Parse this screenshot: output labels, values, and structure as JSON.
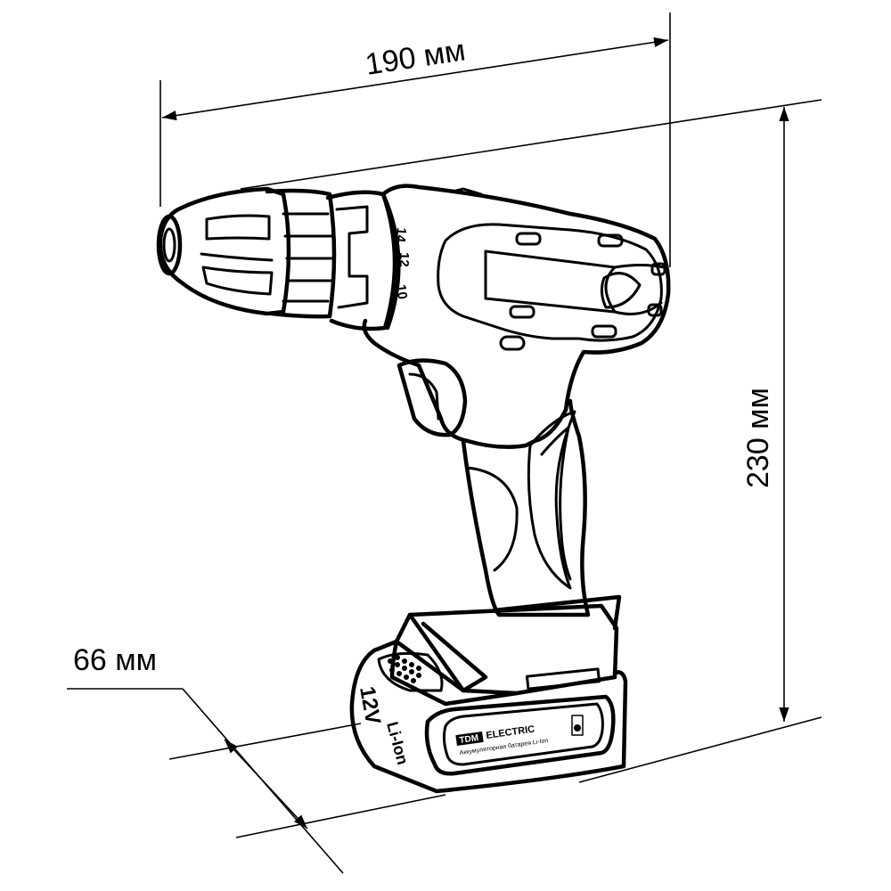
{
  "dimensions": {
    "length": "190 мм",
    "height": "230 мм",
    "width": "66 мм"
  },
  "chuck_collar_numbers": [
    "14",
    "12",
    "10"
  ],
  "battery": {
    "voltage": "12V",
    "type": "Li-Ion",
    "brand_badge": "TDM",
    "brand_name": "ELECTRIC",
    "label": "Аккумуляторная батарея Li-Ion"
  }
}
